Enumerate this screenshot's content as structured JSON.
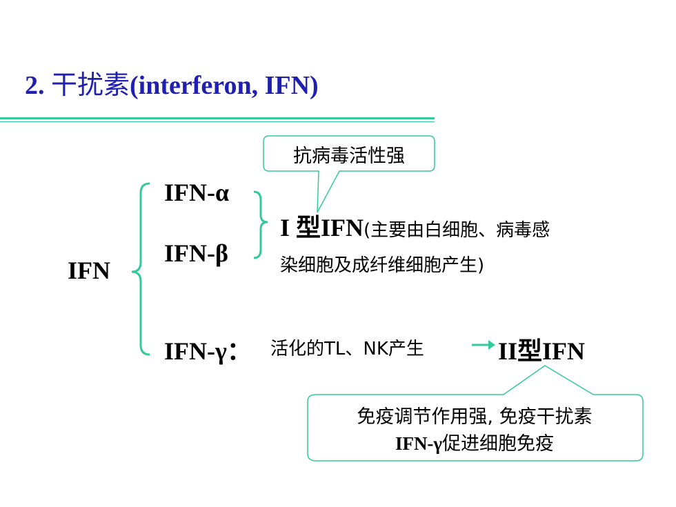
{
  "title": {
    "number": "2.",
    "chinese": "干扰素",
    "latin": "(interferon, IFN)"
  },
  "tree": {
    "root": "IFN",
    "alpha": "IFN-α",
    "beta": "IFN-β",
    "gamma": "IFN-γ：",
    "type1_label": "I 型IFN",
    "type1_desc_line1": "(主要由白细胞、病毒感",
    "type1_desc_line2": "染细胞及成纤维细胞产生)",
    "gamma_desc": "活化的TL、NK产生",
    "type2_label": "II型IFN"
  },
  "callouts": {
    "top": "抗病毒活性强",
    "bottom_line1": "免疫调节作用强, 免疫干扰素",
    "bottom_line2_latin": "IFN-γ",
    "bottom_line2_cn": "促进细胞免疫"
  },
  "colors": {
    "title": "#1f1fb0",
    "accent": "#33c99a"
  }
}
